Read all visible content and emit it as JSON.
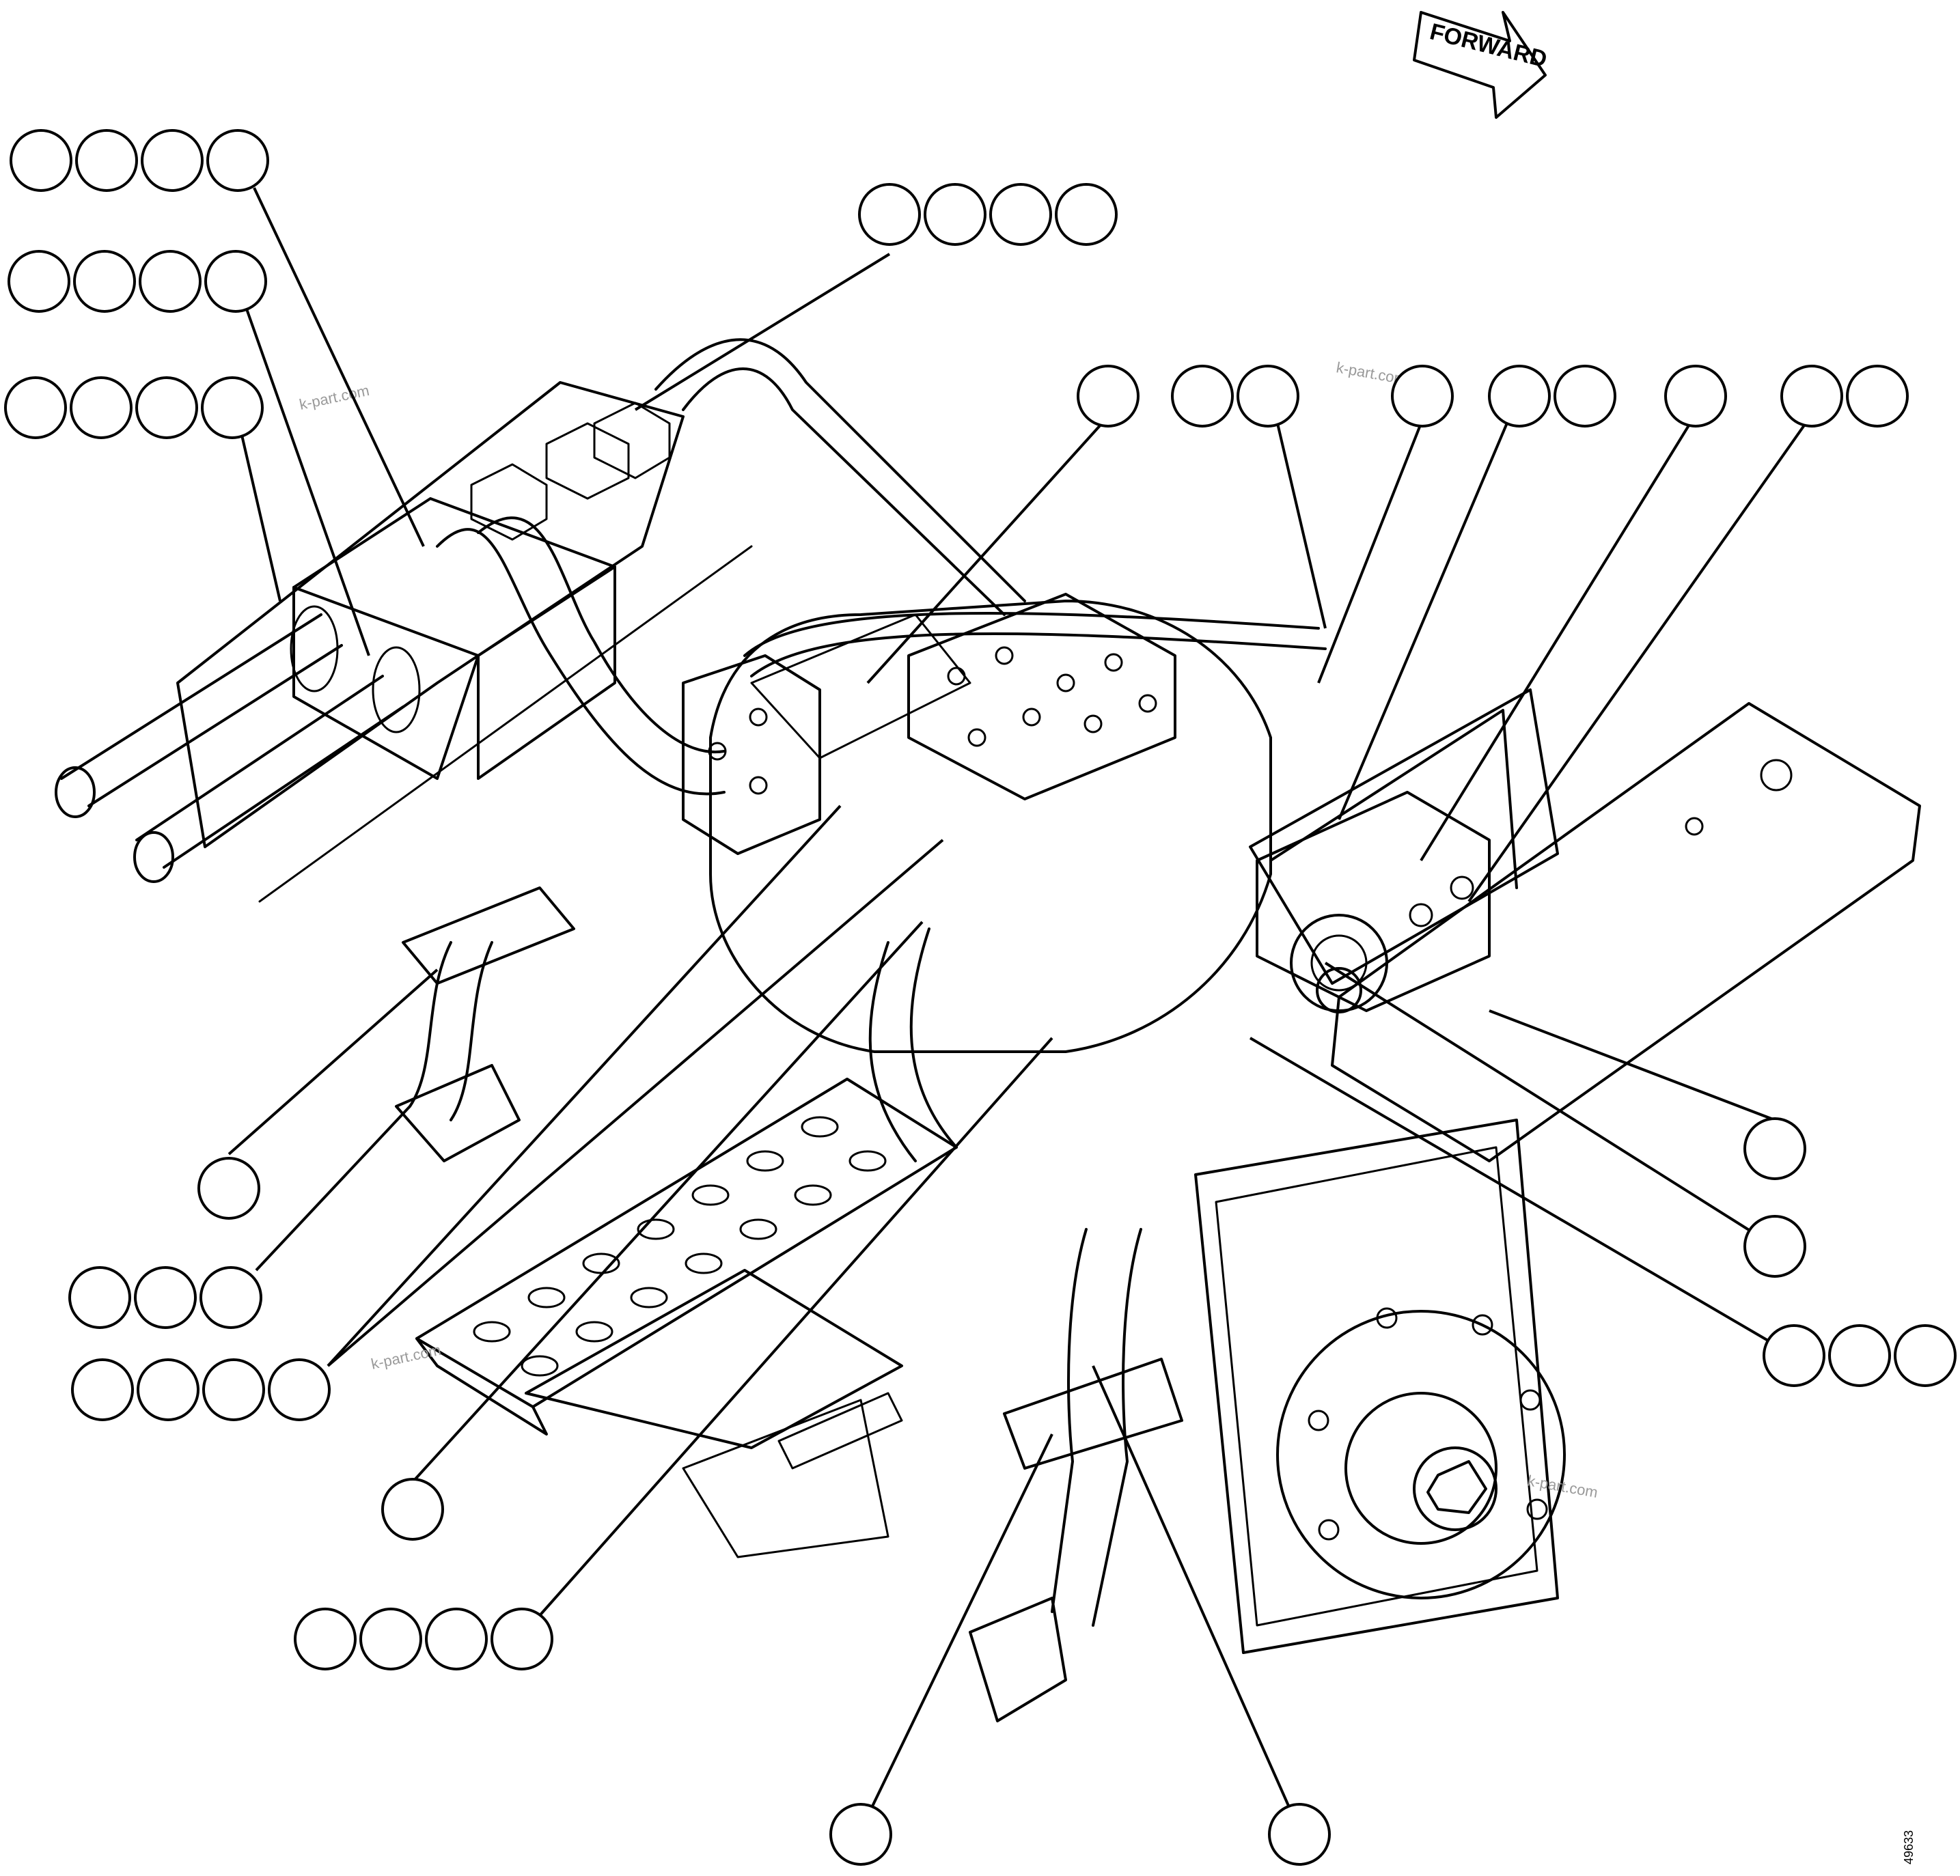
{
  "direction_arrow": {
    "label": "FORWARD"
  },
  "watermark": {
    "text": "k-part.com",
    "color": "#9a9a9a"
  },
  "figure_number": "49633",
  "icons": {
    "callout": "numbered-callout-circle",
    "arrow": "forward-direction-arrow",
    "part": "hydrostatic-pump-assembly"
  },
  "callouts": [
    {
      "id": "g1",
      "count": 4
    },
    {
      "id": "g2",
      "count": 4
    },
    {
      "id": "g3",
      "count": 4
    },
    {
      "id": "g4",
      "count": 4
    },
    {
      "id": "g5",
      "count": 1
    },
    {
      "id": "g6",
      "count": 2
    },
    {
      "id": "g7",
      "count": 1
    },
    {
      "id": "g8",
      "count": 2
    },
    {
      "id": "g9",
      "count": 1
    },
    {
      "id": "g10",
      "count": 2
    },
    {
      "id": "g11",
      "count": 1
    },
    {
      "id": "g12",
      "count": 3
    },
    {
      "id": "g13",
      "count": 4
    },
    {
      "id": "g14",
      "count": 1
    },
    {
      "id": "g15",
      "count": 4
    },
    {
      "id": "g16",
      "count": 1
    },
    {
      "id": "g17",
      "count": 1
    },
    {
      "id": "g18",
      "count": 1
    },
    {
      "id": "g19",
      "count": 1
    },
    {
      "id": "g20",
      "count": 3
    }
  ]
}
